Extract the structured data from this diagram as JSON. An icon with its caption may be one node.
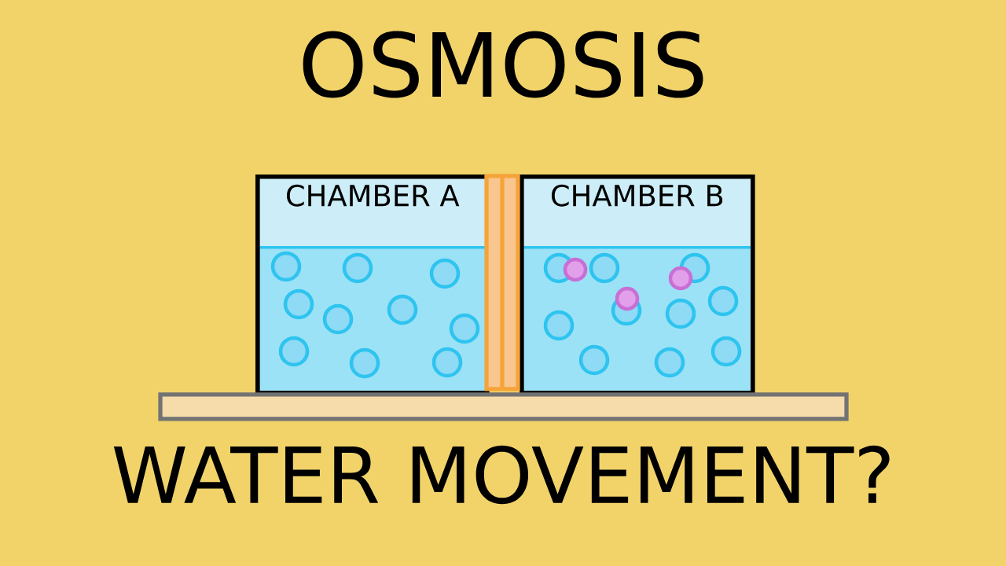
{
  "diagram": {
    "title": "OSMOSIS",
    "caption": "WATER MOVEMENT?",
    "nodes": [
      {
        "text": [
          "CHAMBER A"
        ]
      },
      {
        "text": [
          "CHAMBER B"
        ]
      }
    ]
  }
}
